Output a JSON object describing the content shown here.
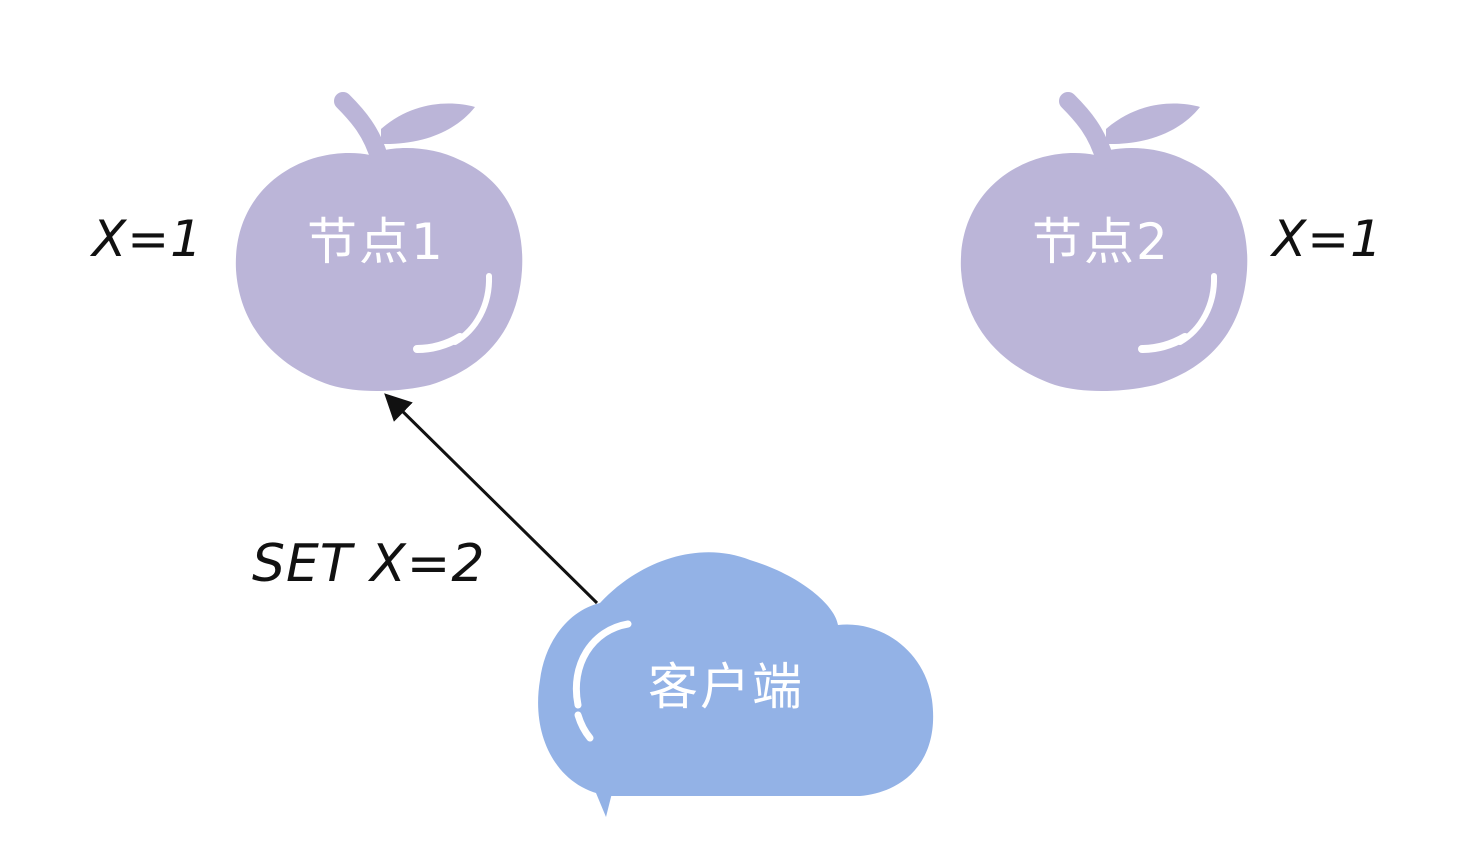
{
  "nodes": [
    {
      "id": "node1",
      "label": "节点1",
      "value": "X=1",
      "color": "#BBB5D8"
    },
    {
      "id": "node2",
      "label": "节点2",
      "value": "X=1",
      "color": "#BBB5D8"
    }
  ],
  "client": {
    "label": "客户端",
    "color": "#93B2E6"
  },
  "edge": {
    "from": "client",
    "to": "node1",
    "label": "SET X=2"
  },
  "colors": {
    "background": "#FFFFFF",
    "text": "#111111",
    "node_text": "#FFFFFF"
  }
}
